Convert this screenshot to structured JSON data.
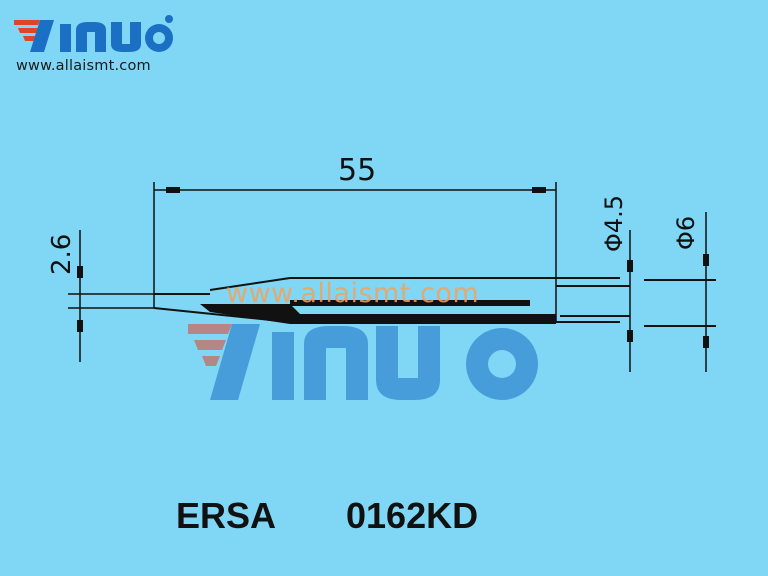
{
  "logo": {
    "text": "yinuo",
    "accent_color": "#e0452b",
    "brand_color": "#1b70c4"
  },
  "site_url": "www.allaismt.com",
  "watermark": {
    "url_text": "www.allaismt.com",
    "logo_text": "yinuo"
  },
  "dimensions": {
    "length": "55",
    "tip_width": "2.6",
    "diameter_inner": "Φ4.5",
    "diameter_outer": "Φ6"
  },
  "product": {
    "brand": "ERSA",
    "model": "0162KD"
  }
}
